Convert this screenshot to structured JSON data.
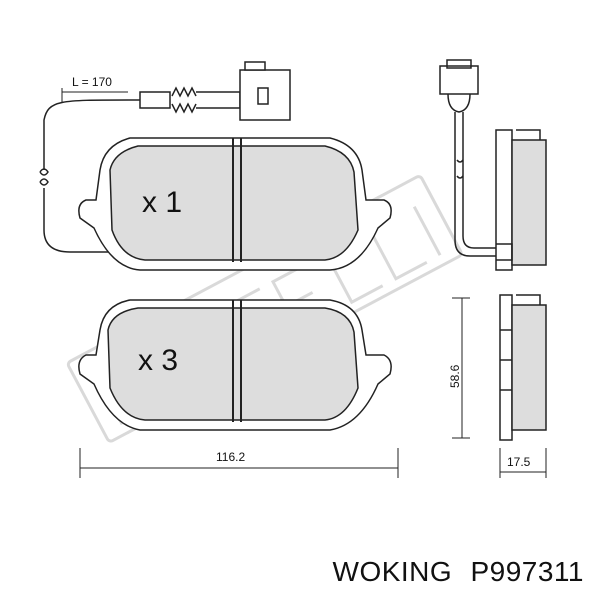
{
  "sensor_wire": {
    "length_label": "L = 170"
  },
  "pads": {
    "upper_quantity": "x 1",
    "lower_quantity": "x 3"
  },
  "dimensions": {
    "width": "116.2",
    "height": "58.6",
    "thickness": "17.5"
  },
  "watermark": {
    "text": "metelli"
  },
  "caption": {
    "brand": "WOKING",
    "part_number": "P997311"
  },
  "colors": {
    "pad_fill": "#dddddd",
    "line": "#222222",
    "watermark": "#bbbbbb"
  }
}
